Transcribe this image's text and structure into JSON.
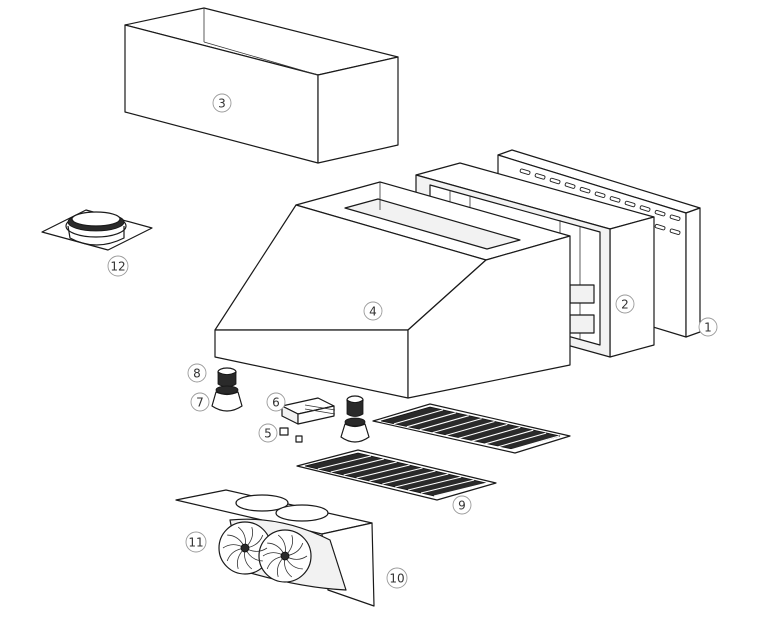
{
  "callouts": [
    {
      "id": "part-1",
      "label": "1"
    },
    {
      "id": "part-2",
      "label": "2"
    },
    {
      "id": "part-3",
      "label": "3"
    },
    {
      "id": "part-4",
      "label": "4"
    },
    {
      "id": "part-5",
      "label": "5"
    },
    {
      "id": "part-6",
      "label": "6"
    },
    {
      "id": "part-7",
      "label": "7"
    },
    {
      "id": "part-8",
      "label": "8"
    },
    {
      "id": "part-9",
      "label": "9"
    },
    {
      "id": "part-10",
      "label": "10"
    },
    {
      "id": "part-11",
      "label": "11"
    },
    {
      "id": "part-12",
      "label": "12"
    }
  ]
}
